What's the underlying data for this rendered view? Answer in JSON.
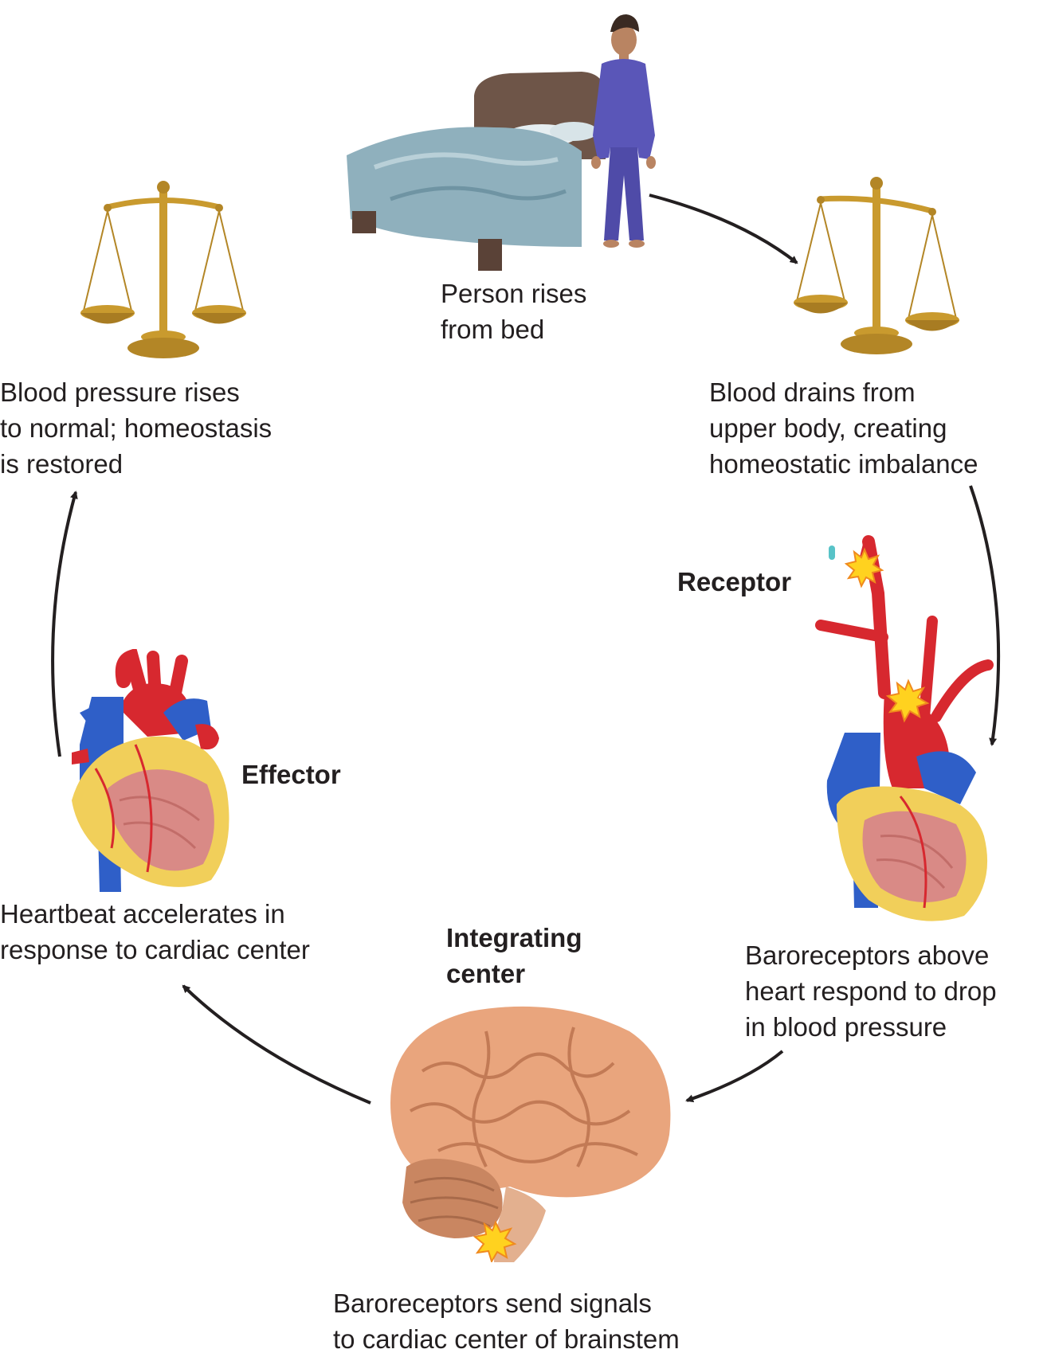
{
  "steps": {
    "stimulus": {
      "lines": [
        "Person rises",
        "from bed"
      ]
    },
    "imbalance": {
      "lines": [
        "Blood drains from",
        "upper body, creating",
        "homeostatic imbalance"
      ]
    },
    "receptor_action": {
      "lines": [
        "Baroreceptors above",
        "heart respond to drop",
        "in blood pressure"
      ]
    },
    "integration_action": {
      "lines": [
        "Baroreceptors send signals",
        "to cardiac center of brainstem"
      ]
    },
    "effector_action": {
      "lines": [
        "Heartbeat accelerates in",
        "response to cardiac center"
      ]
    },
    "restored": {
      "lines": [
        "Blood pressure rises",
        "to normal; homeostasis",
        "is restored"
      ]
    }
  },
  "roles": {
    "receptor": "Receptor",
    "integrating_center": [
      "Integrating",
      "center"
    ],
    "effector": "Effector"
  },
  "colors": {
    "text": "#231f20",
    "arrow": "#231f20",
    "artery": "#d7282f",
    "vein": "#2f5fc8",
    "heart_muscle": "#d98a86",
    "fat": "#f1cf5a",
    "brain": "#e9a57d",
    "brass": "#c99a2e",
    "pajamas": "#5a56b8",
    "blanket": "#8fb0bd",
    "headboard": "#6e5548",
    "burst": "#ffd21f"
  },
  "icons": [
    "person-in-bed-illustration",
    "balanced-scale-icon",
    "imbalanced-scale-icon",
    "baroreceptor-heart-illustration",
    "brain-illustration",
    "effector-heart-illustration",
    "signal-burst-icon"
  ]
}
